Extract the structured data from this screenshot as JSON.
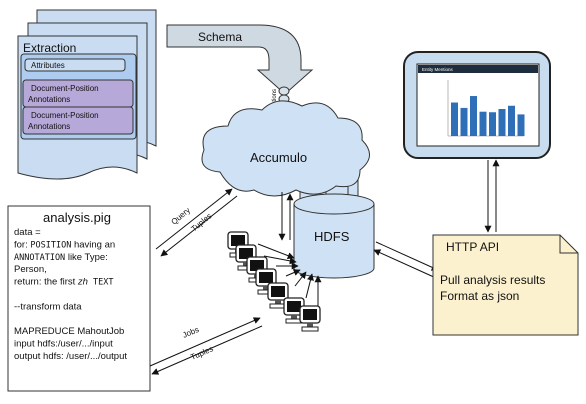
{
  "schema_label": "Schema",
  "mutations_label": "Mutations",
  "accumulo_label": "Accumulo",
  "hdfs_label": "HDFS",
  "extraction": {
    "title": "Extraction",
    "attributes": "Attributes",
    "annotations": [
      [
        "Document-Position",
        "Annotations"
      ],
      [
        "Document-Position",
        "Annotations"
      ]
    ]
  },
  "analysis": {
    "title": "analysis.pig",
    "lines": [
      [
        {
          "t": "data ="
        }
      ],
      [
        {
          "t": "  for: "
        },
        {
          "t": "POSITION",
          "m": true
        },
        {
          "t": " having an"
        }
      ],
      [
        {
          "t": "ANNOTATION",
          "m": true
        },
        {
          "t": " like Type:"
        }
      ],
      [
        {
          "t": "Person,"
        }
      ],
      [
        {
          "t": "  return: the first "
        },
        {
          "t": "zh",
          "i": true
        },
        {
          "t": " TEXT",
          "m": true
        }
      ],
      [
        {
          "t": ""
        }
      ],
      [
        {
          "t": "--transform data"
        }
      ],
      [
        {
          "t": ""
        }
      ],
      [
        {
          "t": "MAPREDUCE MahoutJob"
        }
      ],
      [
        {
          "t": "input hdfs:/user/.../input"
        }
      ],
      [
        {
          "t": "output hdfs: /user/.../output"
        }
      ]
    ]
  },
  "arrows": {
    "query": "Query",
    "tuples_top": "Tuples",
    "jobs": "Jobs",
    "tuples_bottom": "Tuples"
  },
  "http_api": {
    "title": "HTTP API",
    "lines": [
      "Pull analysis results",
      "Format as json"
    ]
  },
  "monitor_chart": {
    "title": "Entity Mentions",
    "bar_fractions": [
      0.62,
      0.52,
      0.74,
      0.45,
      0.44,
      0.5,
      0.56,
      0.4
    ]
  },
  "colors": {
    "page": "#c9dcf2",
    "extraction_box": "#aeccef",
    "annotation": "#b6a8d8",
    "cloud": "#cfe1f4",
    "cylinder": "#cfe1f4",
    "http_note": "#fcf1cf",
    "monitor_frame": "#c8dcef",
    "chart_bar": "#2f6fb8",
    "schema_arrow": "#cfd9e2"
  }
}
